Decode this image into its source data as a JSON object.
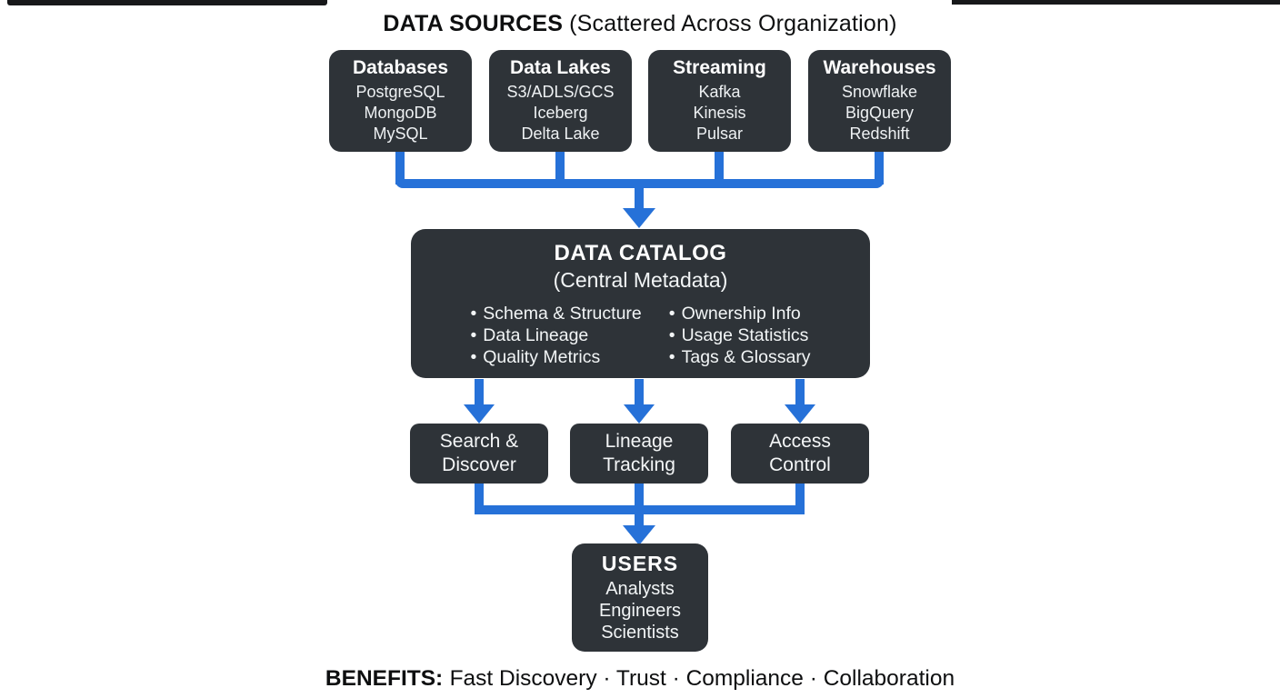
{
  "colors": {
    "page_bg": "#ffffff",
    "node_bg": "#2e3338",
    "node_text": "#f2f5f6",
    "connector_blue": "#2671d8",
    "heading_text": "#0e0f10"
  },
  "header": {
    "title_strong": "DATA SOURCES",
    "title_rest": "(Scattered Across Organization)"
  },
  "sources": [
    {
      "title": "Databases",
      "items": [
        "PostgreSQL",
        "MongoDB",
        "MySQL"
      ]
    },
    {
      "title": "Data Lakes",
      "items": [
        "S3/ADLS/GCS",
        "Iceberg",
        "Delta Lake"
      ]
    },
    {
      "title": "Streaming",
      "items": [
        "Kafka",
        "Kinesis",
        "Pulsar"
      ]
    },
    {
      "title": "Warehouses",
      "items": [
        "Snowflake",
        "BigQuery",
        "Redshift"
      ]
    }
  ],
  "catalog": {
    "title": "DATA CATALOG",
    "subtitle": "(Central Metadata)",
    "bullet": "•",
    "bullets_left": [
      "Schema & Structure",
      "Data Lineage",
      "Quality Metrics"
    ],
    "bullets_right": [
      "Ownership Info",
      "Usage Statistics",
      "Tags & Glossary"
    ]
  },
  "capabilities": [
    {
      "line1": "Search &",
      "line2": "Discover"
    },
    {
      "line1": "Lineage",
      "line2": "Tracking"
    },
    {
      "line1": "Access",
      "line2": "Control"
    }
  ],
  "users": {
    "title": "USERS",
    "items": [
      "Analysts",
      "Engineers",
      "Scientists"
    ]
  },
  "footer": {
    "label": "BENEFITS:",
    "text": "Fast Discovery · Trust · Compliance · Collaboration"
  }
}
